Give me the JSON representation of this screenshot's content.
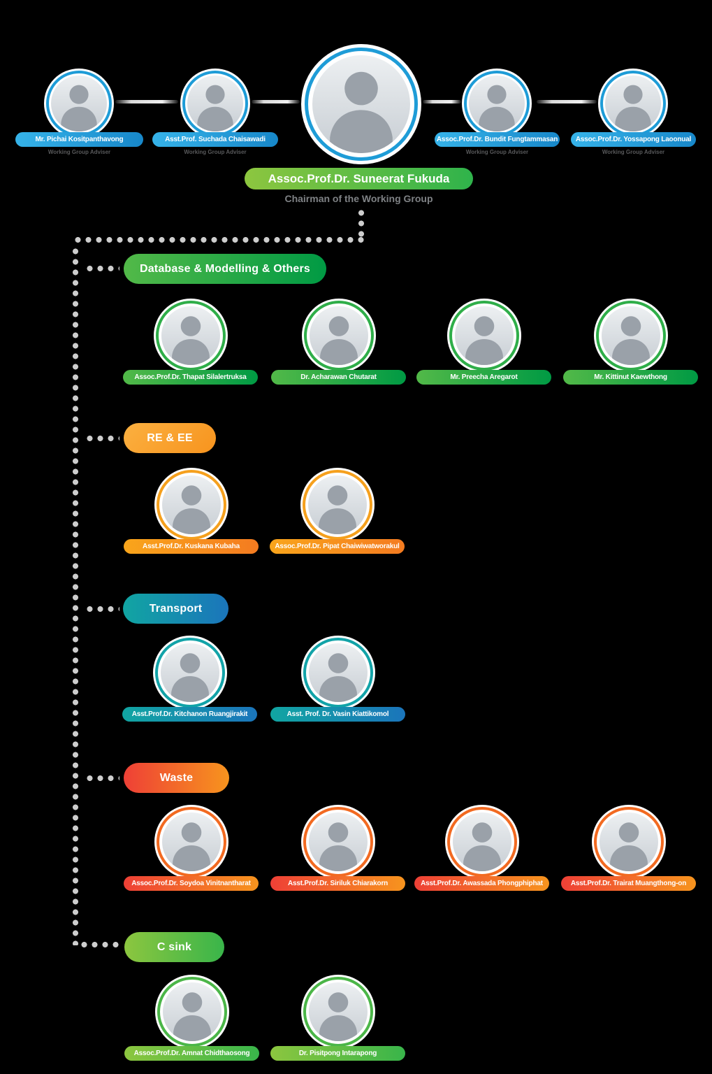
{
  "colors": {
    "background": "#000000",
    "advisor_blue_light": "#36b3e9",
    "advisor_blue_dark": "#1787c9",
    "chair_green_start": "#8dc63f",
    "chair_green_end": "#2fb34b",
    "database_green_start": "#52b948",
    "database_green_end": "#009a44",
    "re_ee_orange_start": "#fbb040",
    "re_ee_orange_end": "#f7941e",
    "transport_teal_start": "#11a5a2",
    "transport_blue_end": "#1b75bb",
    "waste_red_start": "#ee4036",
    "waste_orange_end": "#f7941e",
    "c_sink_green_start": "#8cc63f",
    "c_sink_green_end": "#39b54a",
    "ring_blue": "#1e9cd7",
    "ring_green": "#2fae49",
    "ring_orange": "#f5a01d",
    "ring_teal": "#12a3a8",
    "ring_red": "#f26a21",
    "ring_csink": "#4bb648",
    "dot_gray": "#cdcdcd"
  },
  "top": {
    "advisors": [
      {
        "name": "Mr. Pichai Kositpanthavong",
        "role": "Working Group Adviser"
      },
      {
        "name": "Asst.Prof. Suchada Chaisawadi",
        "role": "Working Group Adviser"
      },
      {
        "name": "Assoc.Prof.Dr. Bundit Fungtammasan",
        "role": "Working Group Adviser"
      },
      {
        "name": "Assoc.Prof.Dr. Yossapong Laoonual",
        "role": "Working Group Adviser"
      }
    ],
    "chairman": {
      "name": "Assoc.Prof.Dr. Suneerat Fukuda",
      "role": "Chairman of the Working Group"
    }
  },
  "sections": [
    {
      "label": "Database & Modelling & Others",
      "members": [
        {
          "name": "Assoc.Prof.Dr. Thapat Silalertruksa"
        },
        {
          "name": "Dr. Acharawan Chutarat"
        },
        {
          "name": "Mr. Preecha Aregarot"
        },
        {
          "name": "Mr. Kittinut Kaewthong"
        }
      ]
    },
    {
      "label": "RE & EE",
      "members": [
        {
          "name": "Asst.Prof.Dr. Kuskana Kubaha"
        },
        {
          "name": "Assoc.Prof.Dr. Pipat Chaiwiwatworakul"
        }
      ]
    },
    {
      "label": "Transport",
      "members": [
        {
          "name": "Asst.Prof.Dr. Kitchanon Ruangjirakit"
        },
        {
          "name": "Asst. Prof. Dr. Vasin Kiattikomol"
        }
      ]
    },
    {
      "label": "Waste",
      "members": [
        {
          "name": "Assoc.Prof.Dr. Soydoa Vinitnantharat"
        },
        {
          "name": "Asst.Prof.Dr. Siriluk Chiarakorn"
        },
        {
          "name": "Asst.Prof.Dr. Awassada Phongphiphat"
        },
        {
          "name": "Asst.Prof.Dr. Trairat Muangthong-on"
        }
      ]
    },
    {
      "label": "C sink",
      "members": [
        {
          "name": "Assoc.Prof.Dr. Amnat Chidthaosong"
        },
        {
          "name": "Dr. Pisitpong Intarapong"
        }
      ]
    }
  ]
}
